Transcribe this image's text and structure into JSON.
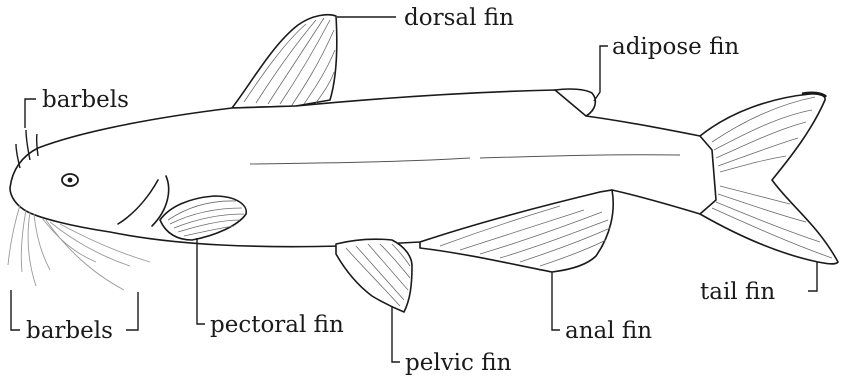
{
  "labels": {
    "dorsal_fin": "dorsal fin",
    "adipose_fin": "adipose fin",
    "barbels_top": "barbels",
    "barbels_bottom": "barbels",
    "pectoral_fin": "pectoral fin",
    "pelvic_fin": "pelvic fin",
    "anal_fin": "anal fin",
    "tail_fin": "tail fin"
  },
  "colors": {
    "ink": "#1a1a1a",
    "background": "#ffffff"
  }
}
